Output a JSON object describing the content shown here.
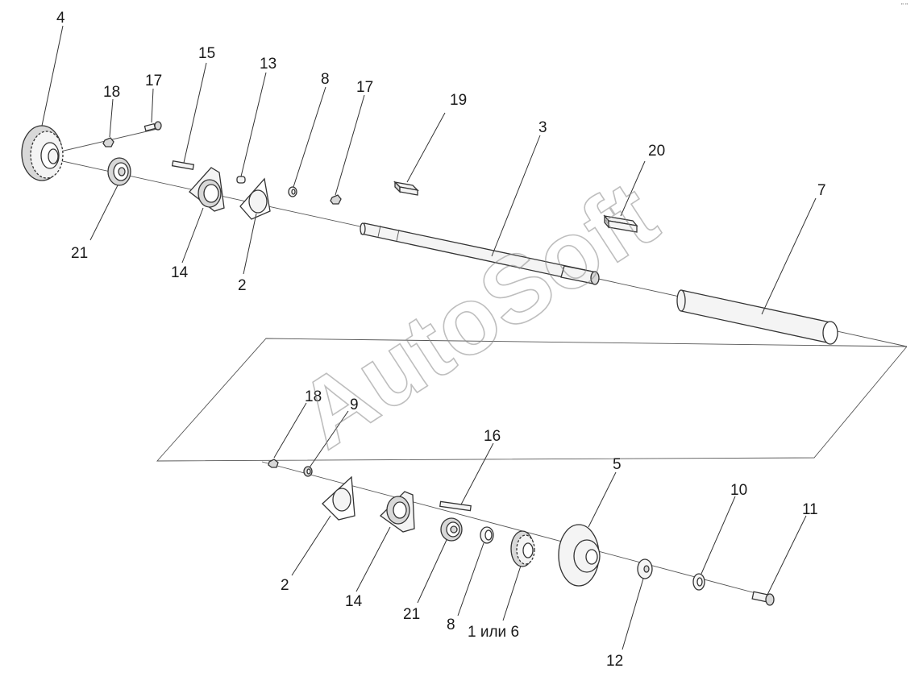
{
  "watermark": "AutoSoft",
  "corner_mark": "\" \"",
  "upper_assembly": {
    "labels": {
      "p4": "4",
      "p18": "18",
      "p17a": "17",
      "p15": "15",
      "p13": "13",
      "p8": "8",
      "p17b": "17",
      "p19": "19",
      "p3": "3",
      "p20": "20",
      "p7": "7",
      "p21": "21",
      "p14": "14",
      "p2": "2"
    }
  },
  "lower_assembly": {
    "labels": {
      "p18": "18",
      "p9": "9",
      "p16": "16",
      "p5": "5",
      "p10": "10",
      "p11": "11",
      "p2": "2",
      "p14": "14",
      "p21": "21",
      "p8": "8",
      "p1or6": "1 или 6",
      "p12": "12"
    }
  },
  "colors": {
    "line": "#333333",
    "part_fill": "#f4f4f4",
    "watermark": "#8a8a8a"
  }
}
